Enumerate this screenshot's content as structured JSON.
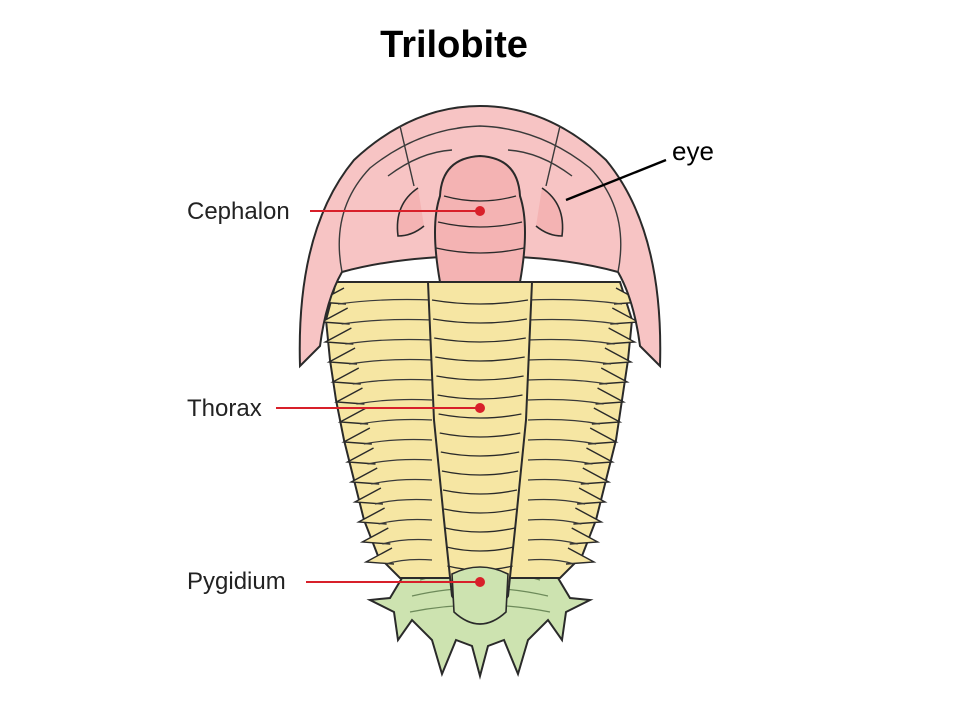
{
  "title": "Trilobite",
  "labels": {
    "eye": "eye",
    "cephalon": "Cephalon",
    "thorax": "Thorax",
    "pygidium": "Pygidium"
  },
  "colors": {
    "cephalon": "#f7c4c4",
    "thorax": "#f6e6a3",
    "pygidium": "#cde3b0",
    "outline": "#2a2a2a",
    "pointer": "#d8202a"
  }
}
